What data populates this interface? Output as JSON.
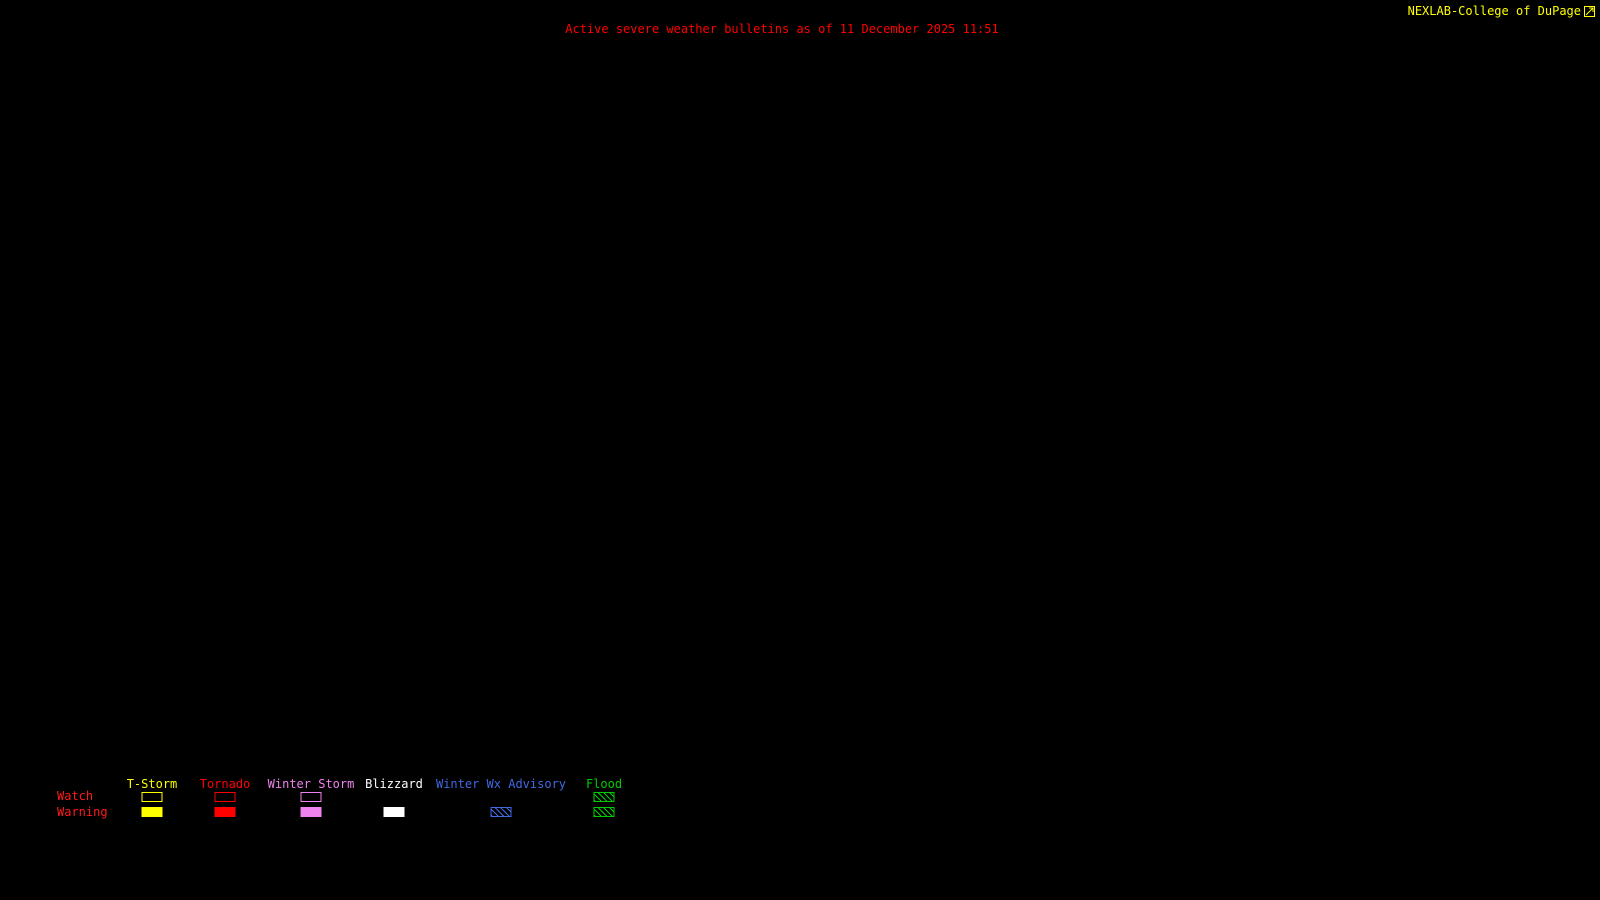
{
  "colors": {
    "background": "#000000",
    "title": "#ff0000",
    "brand": "#ffff00",
    "row_label": "#ff1a1a"
  },
  "header": {
    "title": "Active severe weather bulletins as of 11 December 2025 11:51",
    "brand": "NEXLAB-College of DuPage"
  },
  "icons": {
    "brand_logo": "nexlab-logo-icon"
  },
  "legend": {
    "watch_label": "Watch",
    "warning_label": "Warning",
    "columns": [
      {
        "label": "T-Storm",
        "color": "#ffff00",
        "watch": "outline",
        "warning": "fill"
      },
      {
        "label": "Tornado",
        "color": "#ff0000",
        "watch": "outline",
        "warning": "fill"
      },
      {
        "label": "Winter Storm",
        "color": "#ee82ee",
        "watch": "outline",
        "warning": "fill"
      },
      {
        "label": "Blizzard",
        "color": "#ffffff",
        "watch": "none",
        "warning": "fill"
      },
      {
        "label": "Winter Wx Advisory",
        "color": "#4169e1",
        "watch": "none",
        "warning": "hatch"
      },
      {
        "label": "Flood",
        "color": "#00cc00",
        "watch": "hatch",
        "warning": "hatch"
      }
    ]
  }
}
